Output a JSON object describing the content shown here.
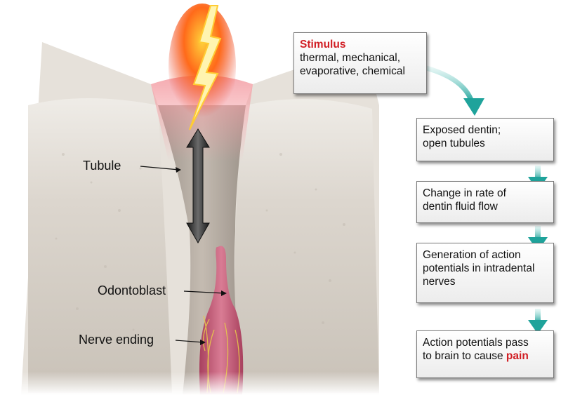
{
  "labels": {
    "tubule": "Tubule",
    "odontoblast": "Odontoblast",
    "nerve_ending": "Nerve ending"
  },
  "stimulus_box": {
    "title": "Stimulus",
    "line1": "thermal, mechanical,",
    "line2": "evaporative, chemical"
  },
  "steps": [
    {
      "line1": "Exposed dentin;",
      "line2": "open tubules"
    },
    {
      "line1": "Change in rate of",
      "line2": "dentin fluid flow"
    },
    {
      "line1": "Generation of action",
      "line2": "potentials in intradental",
      "line3": "nerves"
    },
    {
      "line1": "Action potentials pass",
      "line2_prefix": "to brain to cause ",
      "line2_emph": "pain"
    }
  ],
  "colors": {
    "accent_red": "#d11e24",
    "flow_arrow": "#1fa39b",
    "dentin": "#d8d2c8",
    "tubule": "#b7ada3",
    "odontoblast": "#c9607a",
    "stimulus_fire": "#ff6a1a"
  },
  "icons": [
    "lightning-bolt-icon",
    "double-headed-arrow-icon",
    "teal-flow-arrow-icon"
  ]
}
